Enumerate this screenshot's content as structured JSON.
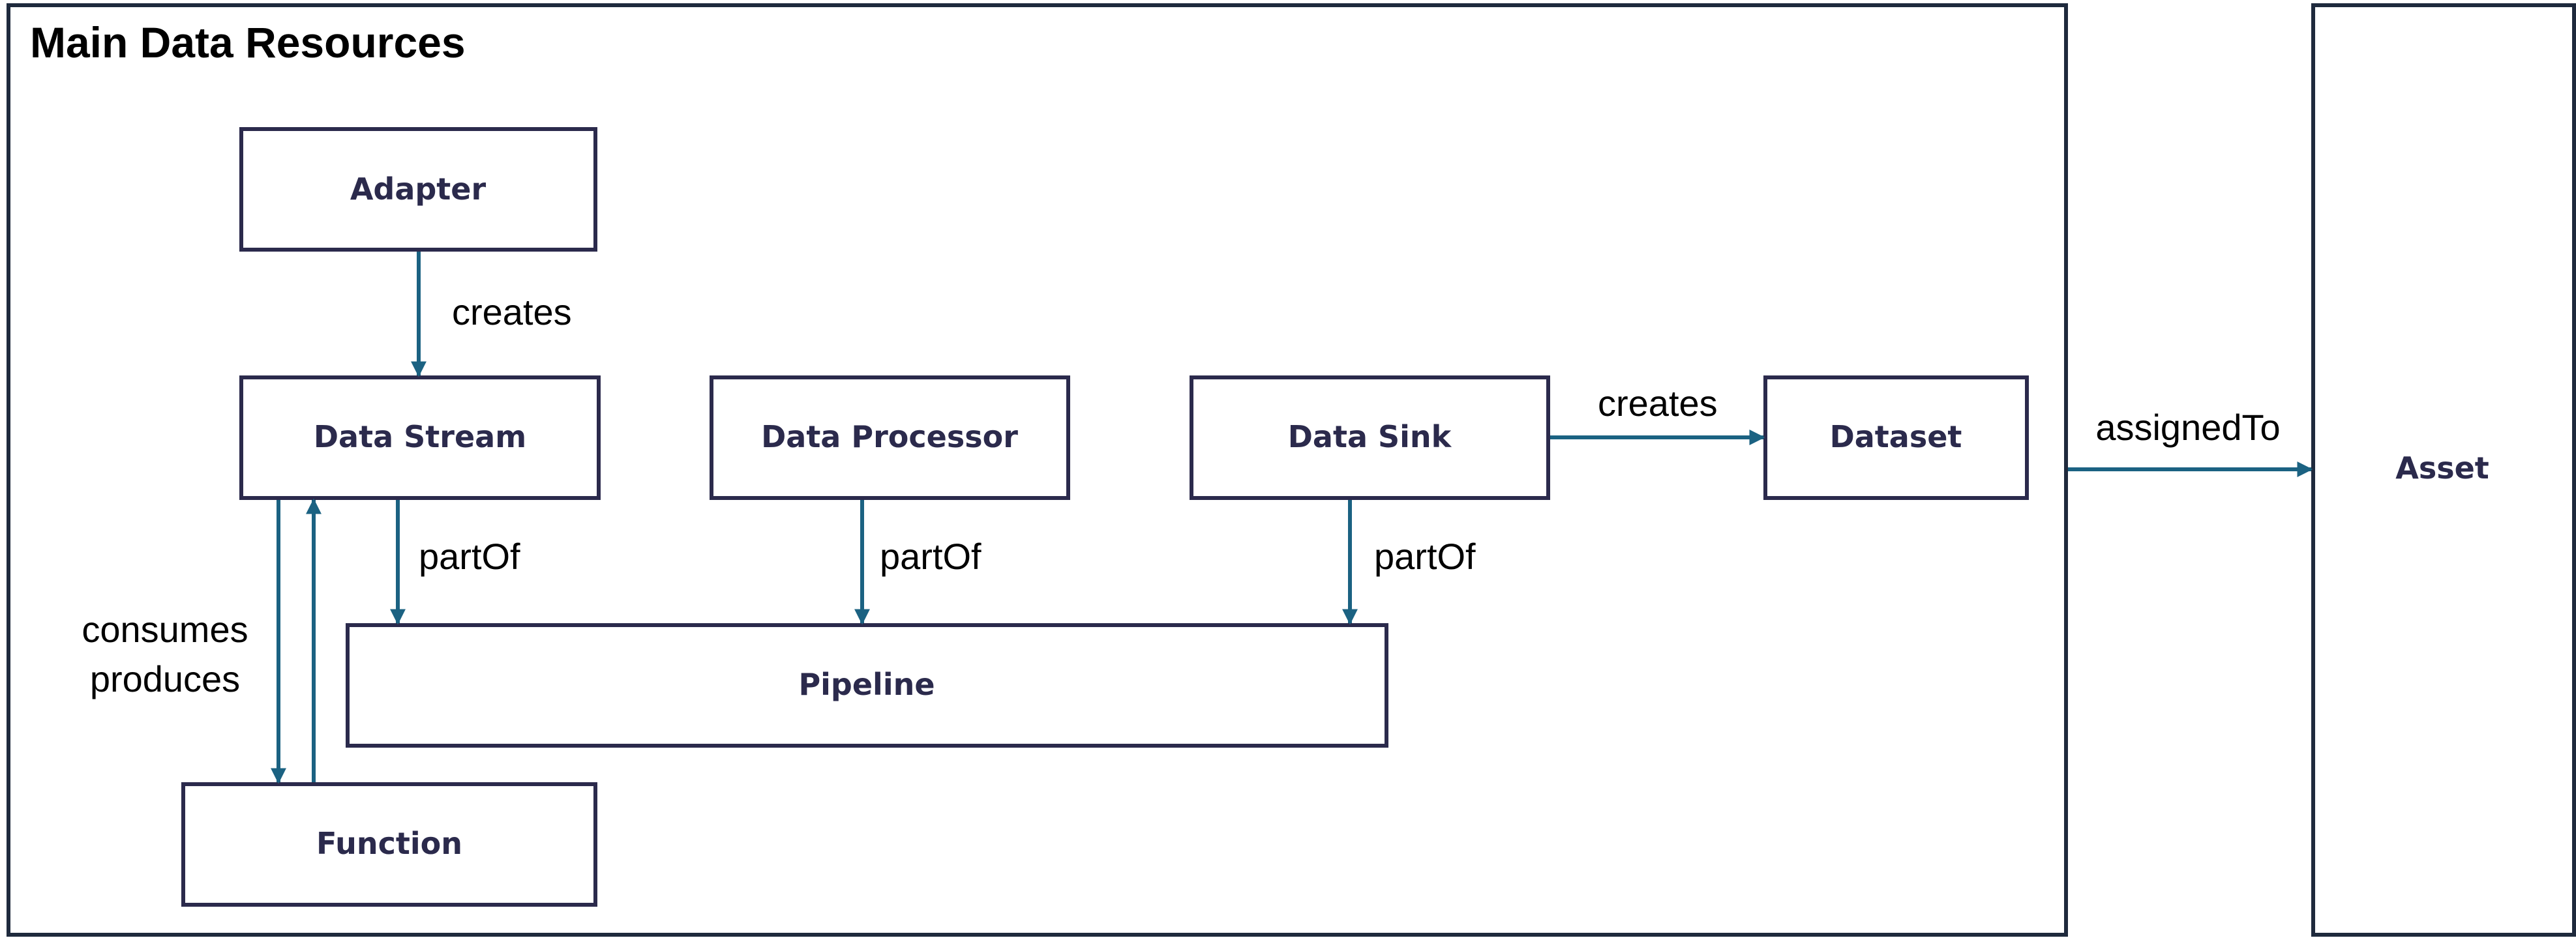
{
  "container": {
    "title": "Main Data Resources"
  },
  "nodes": {
    "adapter": "Adapter",
    "data_stream": "Data Stream",
    "data_processor": "Data Processor",
    "data_sink": "Data Sink",
    "dataset": "Dataset",
    "pipeline": "Pipeline",
    "function": "Function",
    "asset": "Asset"
  },
  "edges": {
    "adapter_creates": "creates",
    "stream_partof": "partOf",
    "processor_partof": "partOf",
    "sink_partof": "partOf",
    "sink_creates": "creates",
    "consumes": "consumes",
    "produces": "produces",
    "assigned_to": "assignedTo"
  },
  "colors": {
    "box_stroke": "#2b2a4c",
    "arrow": "#1b6282",
    "frame": "#1f2a3d"
  }
}
